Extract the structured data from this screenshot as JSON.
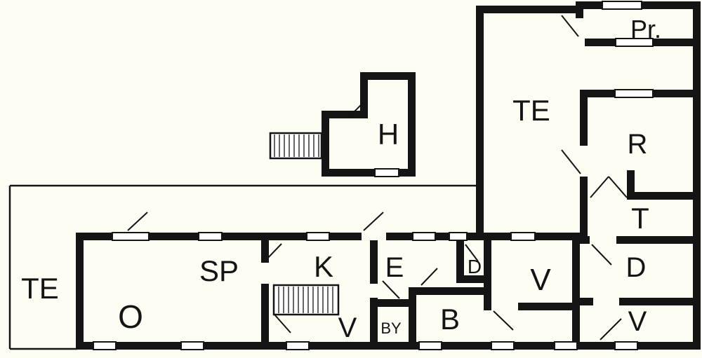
{
  "diagram": {
    "type": "floor-plan",
    "background_color": "#FDFDF4",
    "wall_color": "#141414"
  },
  "rooms": {
    "pr": {
      "label": "Pr."
    },
    "te_upper": {
      "label": "TE"
    },
    "h": {
      "label": "H"
    },
    "r": {
      "label": "R"
    },
    "t": {
      "label": "T"
    },
    "d_right": {
      "label": "D"
    },
    "v_bottom_right": {
      "label": "V"
    },
    "v_middle": {
      "label": "V"
    },
    "d_small": {
      "label": "D"
    },
    "te_left": {
      "label": "TE"
    },
    "o": {
      "label": "O"
    },
    "sp": {
      "label": "SP"
    },
    "k": {
      "label": "K"
    },
    "e": {
      "label": "E"
    },
    "b": {
      "label": "B"
    },
    "by": {
      "label": "BY"
    },
    "v_below_k": {
      "label": "V"
    }
  }
}
